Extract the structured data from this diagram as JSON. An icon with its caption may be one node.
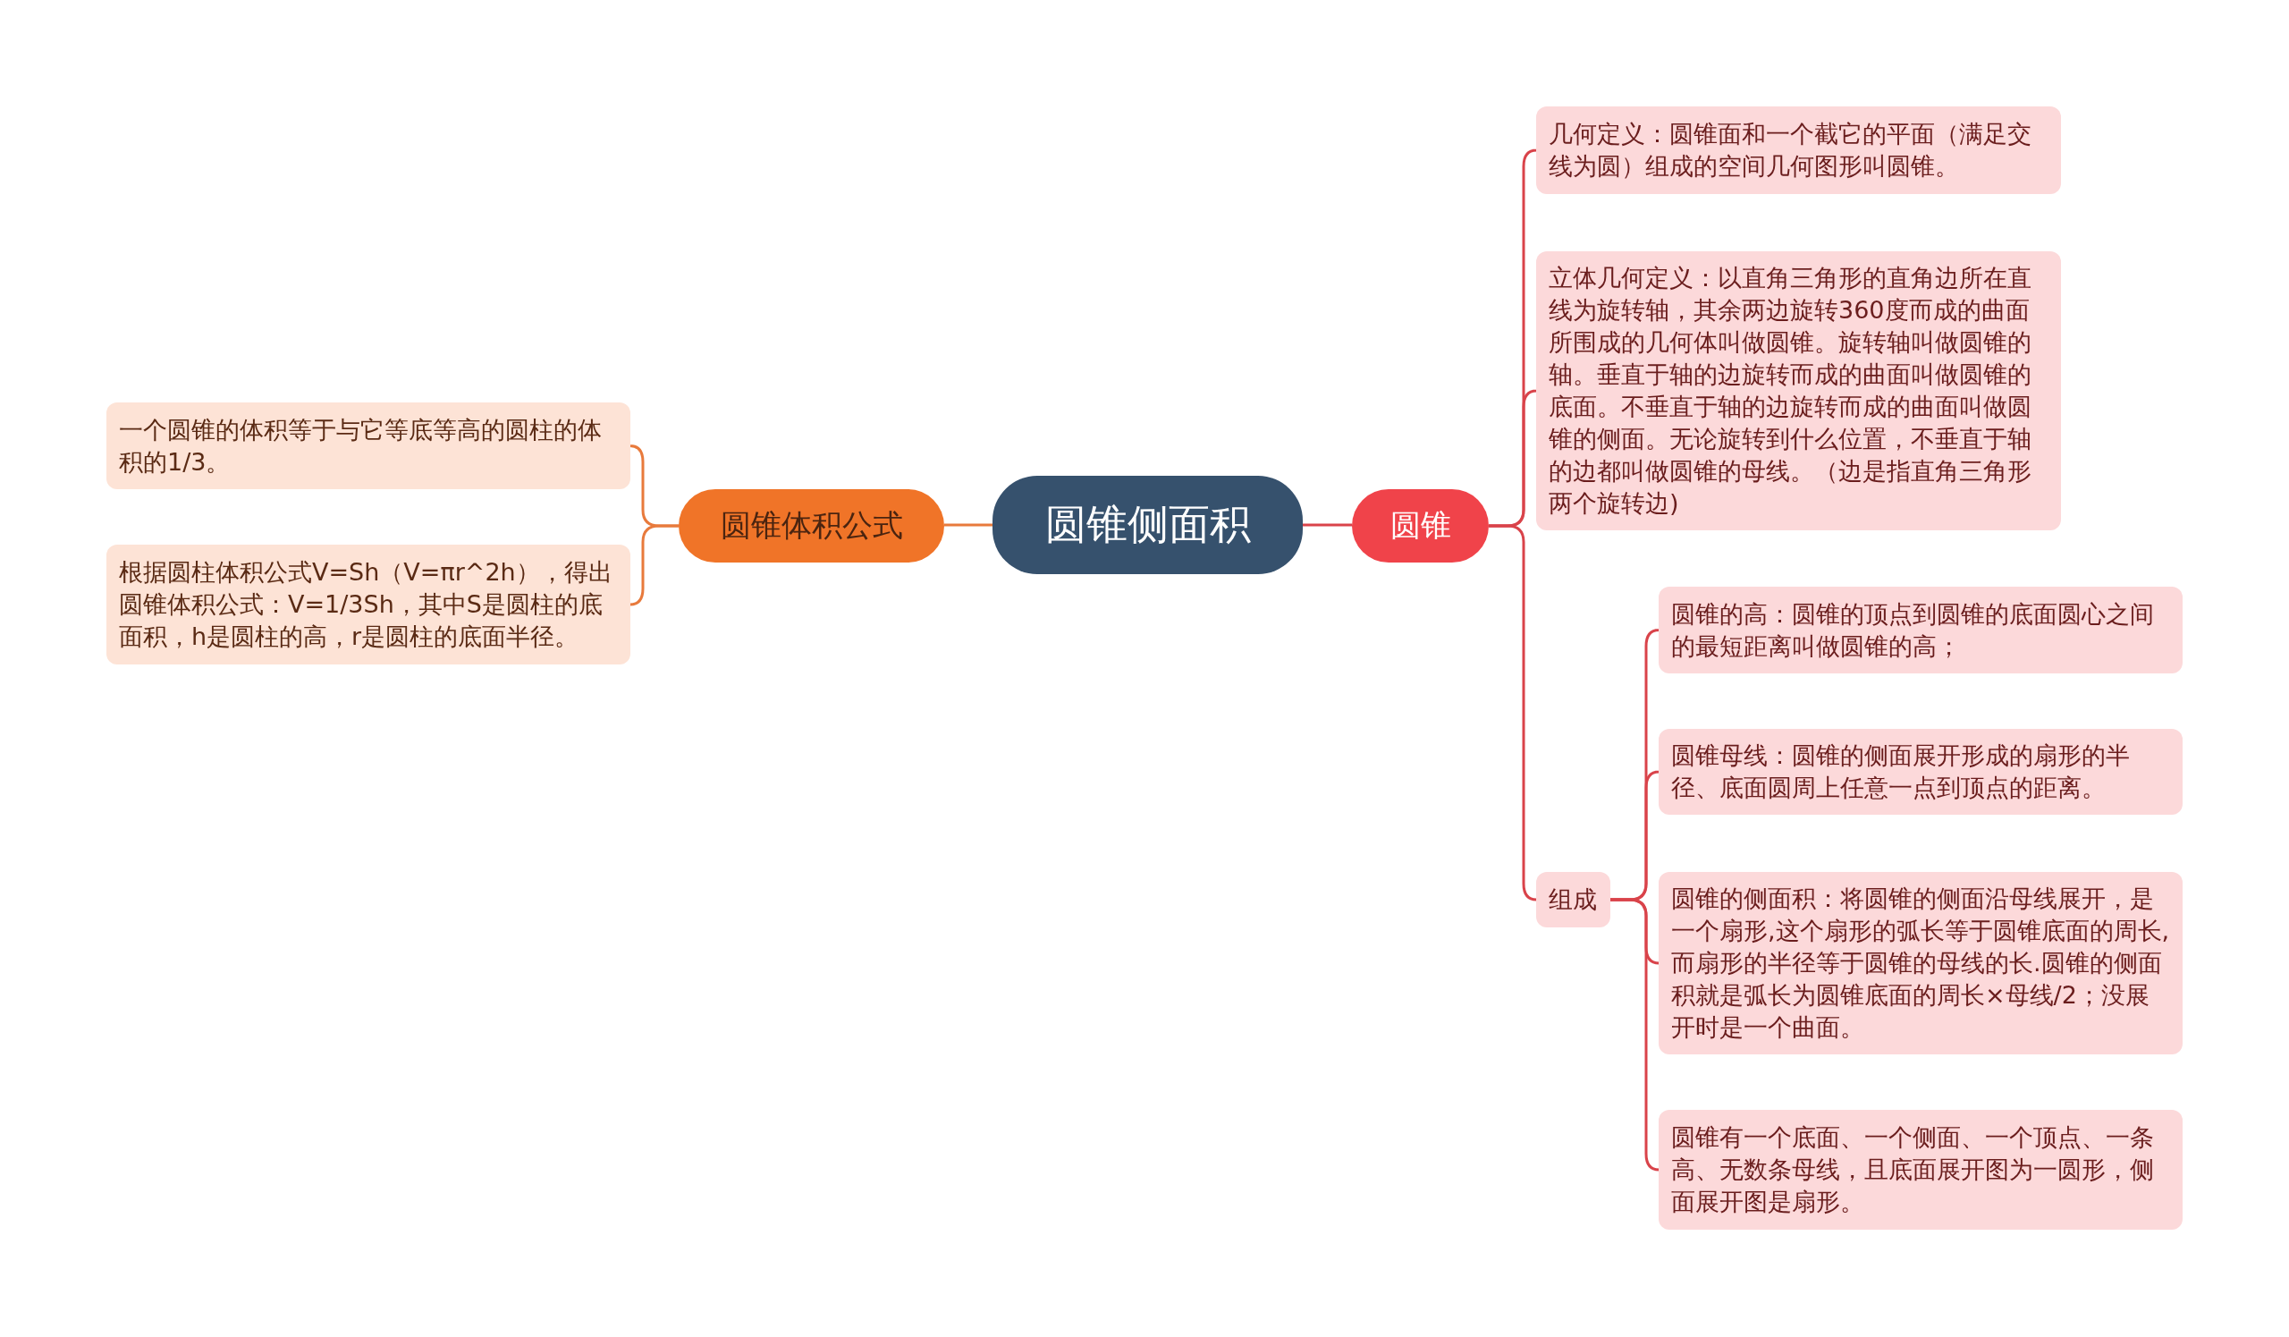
{
  "diagram": {
    "nodes": [
      {
        "text": [
          "圆锥侧面积"
        ]
      },
      {
        "text": [
          "圆锥体积公式"
        ]
      },
      {
        "text": [
          "一个圆锥的体积等于与它等底等高的圆柱的体积的1/3。"
        ]
      },
      {
        "text": [
          "根据圆柱体积公式V=Sh（V=πr^2h），得出圆锥体积公式：V=1/3Sh，其中S是圆柱的底面积，h是圆柱的高，r是圆柱的底面半径。"
        ]
      },
      {
        "text": [
          "圆锥"
        ]
      },
      {
        "text": [
          "几何定义：圆锥面和一个截它的平面（满足交线为圆）组成的空间几何图形叫圆锥。"
        ]
      },
      {
        "text": [
          "立体几何定义：以直角三角形的直角边所在直线为旋转轴，其余两边旋转360度而成的曲面所围成的几何体叫做圆锥。旋转轴叫做圆锥的轴。垂直于轴的边旋转而成的曲面叫做圆锥的底面。不垂直于轴的边旋转而成的曲面叫做圆锥的侧面。无论旋转到什么位置，不垂直于轴的边都叫做圆锥的母线。（边是指直角三角形两个旋转边)"
        ]
      },
      {
        "text": [
          "组成"
        ]
      },
      {
        "text": [
          "圆锥的高：圆锥的顶点到圆锥的底面圆心之间的最短距离叫做圆锥的高；"
        ]
      },
      {
        "text": [
          "圆锥母线：圆锥的侧面展开形成的扇形的半径、底面圆周上任意一点到顶点的距离。"
        ]
      },
      {
        "text": [
          "圆锥的侧面积：将圆锥的侧面沿母线展开，是一个扇形,这个扇形的弧长等于圆锥底面的周长,而扇形的半径等于圆锥的母线的长.圆锥的侧面积就是弧长为圆锥底面的周长×母线/2；没展开时是一个曲面。"
        ]
      },
      {
        "text": [
          "圆锥有一个底面、一个侧面、一个顶点、一条高、无数条母线，且底面展开图为一圆形，侧面展开图是扇形。"
        ]
      }
    ],
    "edges": [
      {
        "from": 0,
        "to": 1,
        "arrow": "none",
        "color": "#e87a3c"
      },
      {
        "from": 1,
        "to": 2,
        "arrow": "none",
        "color": "#e87a3c"
      },
      {
        "from": 1,
        "to": 3,
        "arrow": "none",
        "color": "#e87a3c"
      },
      {
        "from": 0,
        "to": 4,
        "arrow": "none"
      },
      {
        "from": 4,
        "to": 5,
        "arrow": "none"
      },
      {
        "from": 4,
        "to": 6,
        "arrow": "none"
      },
      {
        "from": 4,
        "to": 7,
        "arrow": "none"
      },
      {
        "from": 7,
        "to": 8,
        "arrow": "none"
      },
      {
        "from": 7,
        "to": 9,
        "arrow": "none"
      },
      {
        "from": 7,
        "to": 10,
        "arrow": "none"
      },
      {
        "from": 7,
        "to": 11,
        "arrow": "none"
      }
    ]
  }
}
